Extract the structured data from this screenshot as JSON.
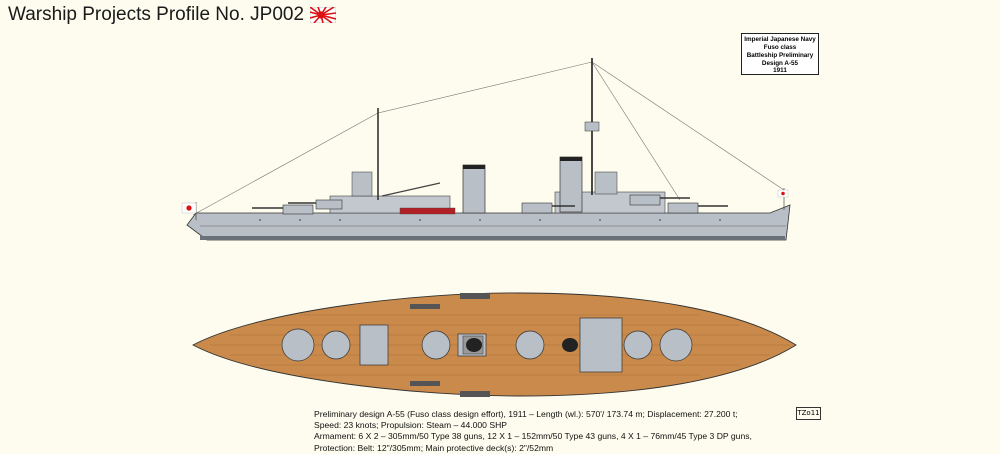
{
  "header": {
    "title": "Warship Projects Profile No. JP002",
    "flag_icon": "rising-sun-flag-icon"
  },
  "caption": {
    "line1": "Imperial Japanese Navy",
    "line2": "Fuso class",
    "line3": "Battleship Preliminary",
    "line4": "Design A-55",
    "line5": "1911"
  },
  "specs": {
    "line1": "Preliminary design A-55 (Fuso class design effort), 1911 – Length (wl.): 570'/ 173.74 m; Displacement: 27.200 t;",
    "line2": "Speed: 23 knots; Propulsion: Steam – 44.000 SHP",
    "line3": "Armament: 6 X 2 – 305mm/50 Type 38 guns, 12 X 1 – 152mm/50 Type 43 guns, 4 X 1 – 76mm/45 Type 3 DP guns,",
    "line4": "Protection: Belt: 12\"/305mm; Main protective deck(s): 2\"/52mm"
  },
  "signature": "TZo11",
  "colors": {
    "background": "#fdfcee",
    "hull_gray": "#b9bfc6",
    "deck_wood": "#c98a4b",
    "boot_topping": "#b21f24"
  }
}
